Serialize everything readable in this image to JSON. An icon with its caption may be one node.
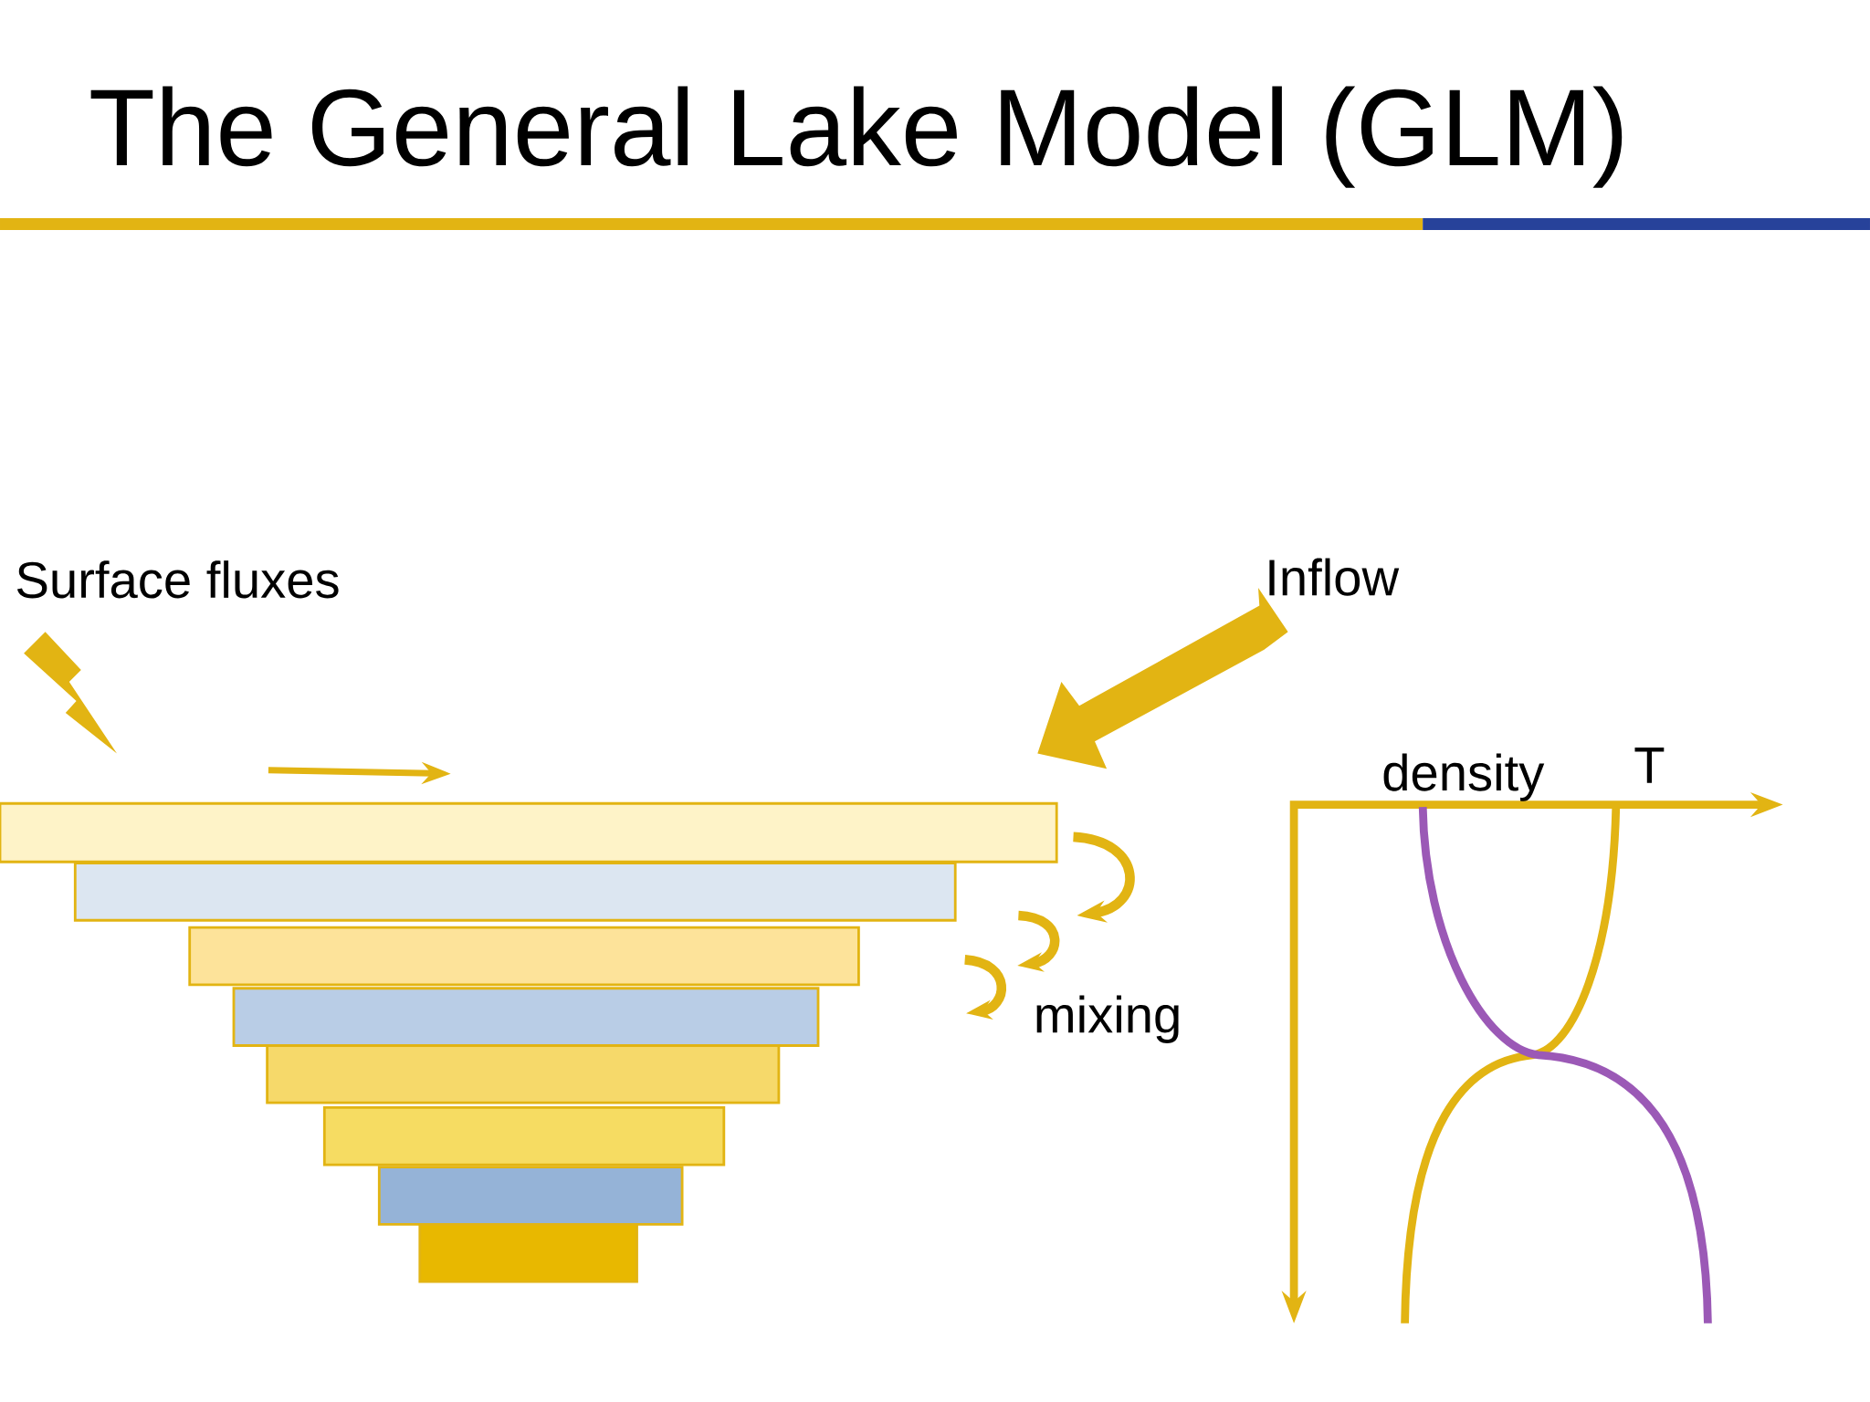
{
  "diagram": {
    "title": "The General Lake Model (GLM)",
    "labels": [
      "Surface fluxes",
      "Inflow",
      "density",
      "T",
      "mixing"
    ]
  }
}
